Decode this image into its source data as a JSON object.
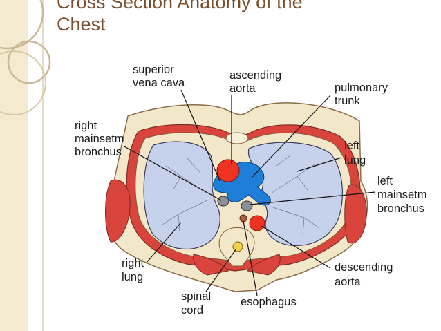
{
  "slide": {
    "title_line1": "Cross Section Anatomy of the",
    "title_line2": "Chest"
  },
  "labels": {
    "superior_vena_cava": [
      "superior",
      "vena cava"
    ],
    "ascending_aorta": [
      "ascending",
      "aorta"
    ],
    "pulmonary_trunk": [
      "pulmonary",
      "trunk"
    ],
    "right_mainstem_bronchus": [
      "right",
      "mainsetm",
      "bronchus"
    ],
    "left_lung": [
      "left",
      "lung"
    ],
    "left_mainstem_bronchus": [
      "left",
      "mainsetm",
      "bronchus"
    ],
    "right_lung": [
      "right",
      "lung"
    ],
    "descending_aorta": [
      "descending",
      "aorta"
    ],
    "spinal_cord": [
      "spinal",
      "cord"
    ],
    "esophagus": [
      "esophagus"
    ]
  },
  "colors": {
    "title": "#7a4f2f",
    "slide_accent": "#f1e6c7",
    "lung_fill": "#c6d1ec",
    "muscle_red": "#d9453c",
    "fat_cream": "#f2e8c9",
    "aorta_red": "#ee3322",
    "pulmonary_blue": "#1f7fd8",
    "bronchus_gray": "#8a8f98"
  }
}
